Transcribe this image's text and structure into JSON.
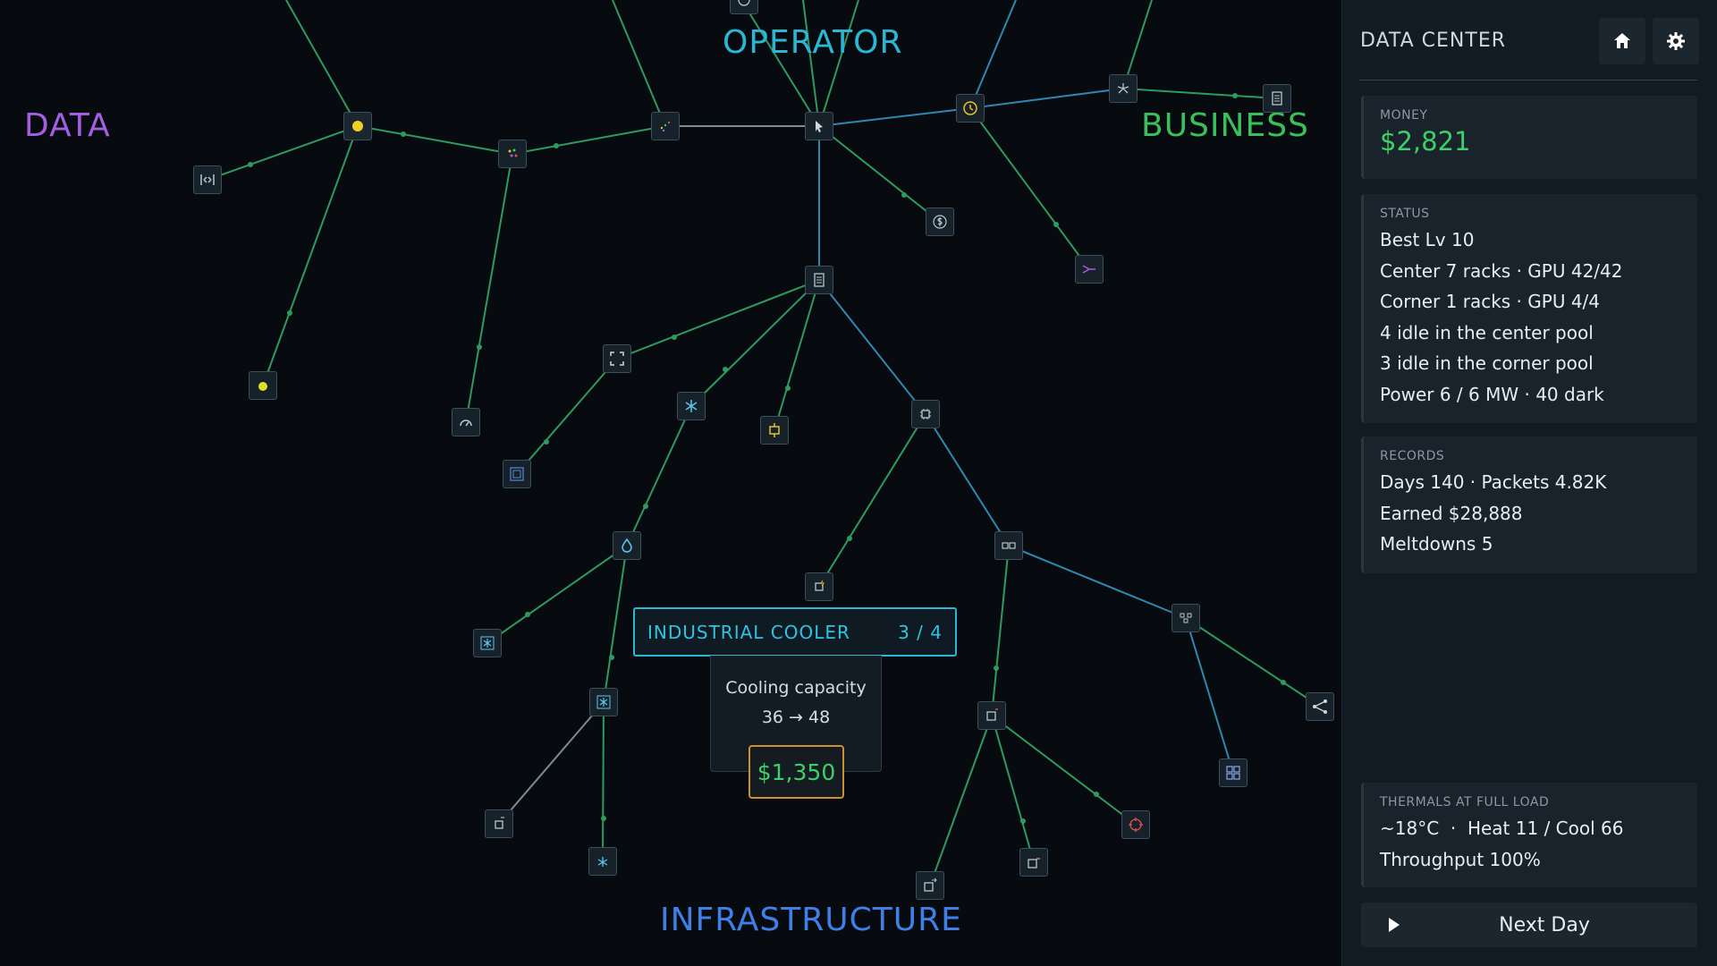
{
  "categories": {
    "data": "DATA",
    "operator": "OPERATOR",
    "business": "BUSINESS",
    "infrastructure": "INFRASTRUCTURE"
  },
  "tooltip": {
    "name": "INDUSTRIAL COOLER",
    "level": "3 / 4",
    "stat_label": "Cooling capacity",
    "stat_change": "36 → 48",
    "price": "$1,350"
  },
  "panel": {
    "title": "DATA CENTER",
    "money_caption": "MONEY",
    "money": "$2,821",
    "status_caption": "STATUS",
    "status_lines": [
      "Best Lv 10",
      "Center 7 racks · GPU 42/42",
      "Corner 1 racks · GPU 4/4",
      "4 idle in the center pool",
      "3 idle in the corner pool",
      "Power 6 / 6 MW · 40 dark"
    ],
    "records_caption": "RECORDS",
    "records_lines": [
      "Days 140 · Packets 4.82K",
      "Earned $28,888",
      "Meltdowns 5"
    ],
    "thermals_caption": "THERMALS AT FULL LOAD",
    "thermals_lines": [
      "~18°C  ·  Heat 11 / Cool 66",
      "Throughput 100%"
    ],
    "next_day": "Next Day"
  },
  "colors": {
    "data": "#a45fe0",
    "operator": "#2bb6d3",
    "business": "#39c05a",
    "infrastructure": "#3f7fe6",
    "link_green": "#2e9a5e",
    "link_blue": "#2f88b0",
    "money": "#3cd06a",
    "price_border": "#c9922e"
  }
}
